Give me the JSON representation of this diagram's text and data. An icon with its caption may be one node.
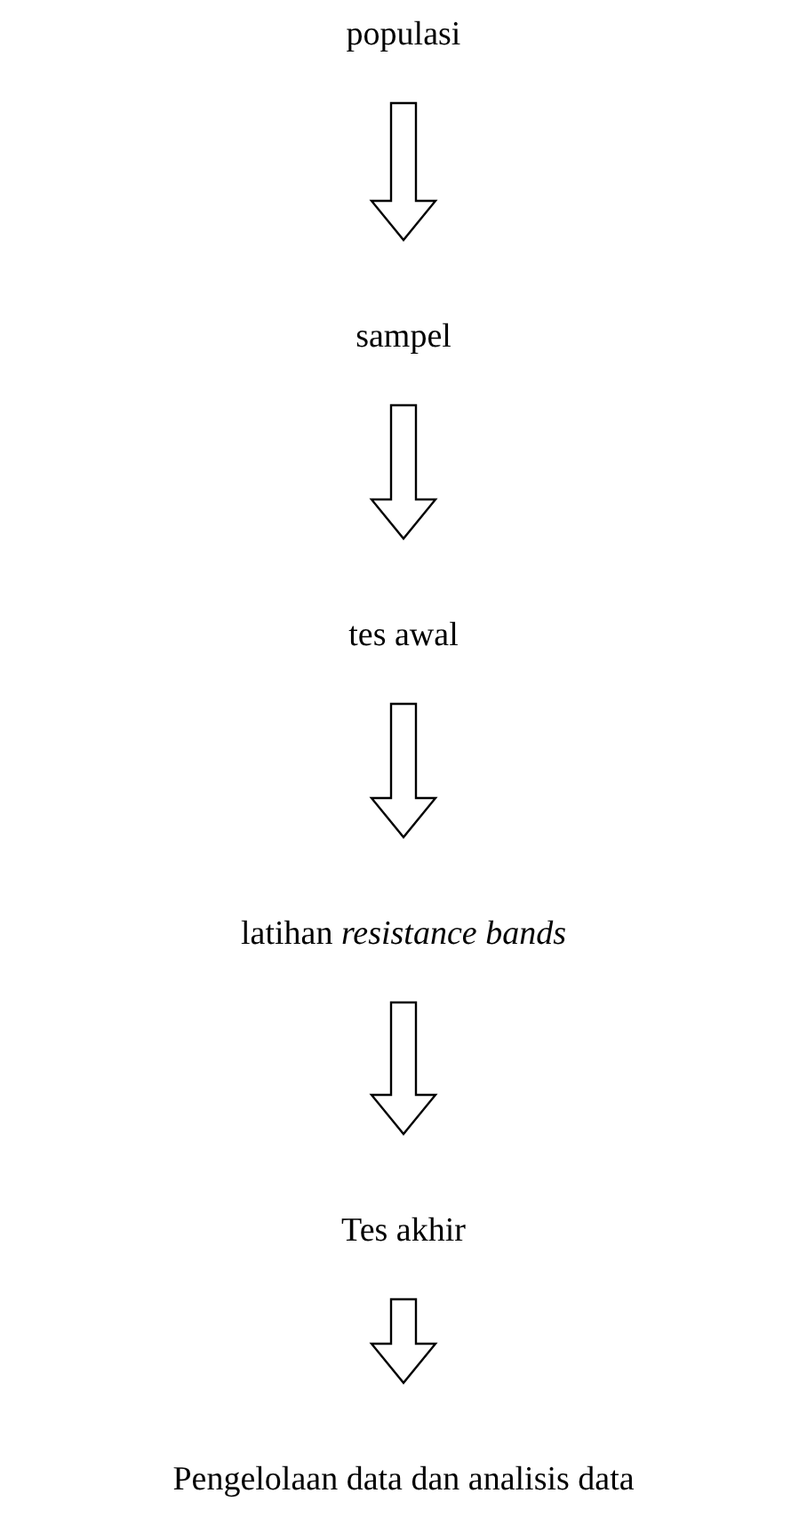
{
  "diagram": {
    "nodes": [
      {
        "text": [
          "populasi"
        ]
      },
      {
        "text": [
          "sampel"
        ]
      },
      {
        "text": [
          "tes awal"
        ]
      },
      {
        "text": [
          "latihan *resistance bands*"
        ]
      },
      {
        "text": [
          "Tes akhir"
        ]
      },
      {
        "text": [
          "Pengelolaan data dan analisis data"
        ]
      }
    ],
    "edges": [
      {
        "from": 0,
        "to": 1,
        "arrow": "to"
      },
      {
        "from": 1,
        "to": 2,
        "arrow": "to"
      },
      {
        "from": 2,
        "to": 3,
        "arrow": "to"
      },
      {
        "from": 3,
        "to": 4,
        "arrow": "to"
      },
      {
        "from": 4,
        "to": 5,
        "arrow": "to"
      }
    ]
  }
}
